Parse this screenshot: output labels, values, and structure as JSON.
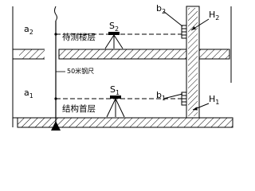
{
  "labels": {
    "floor_upper": "待测楼层",
    "floor_lower": "结构首层",
    "tape": "50米钢尺",
    "point_a2_base": "a",
    "point_a2_sub": "2",
    "point_a1_base": "a",
    "point_a1_sub": "1",
    "level_S2_base": "S",
    "level_S2_sub": "2",
    "level_S1_base": "S",
    "level_S1_sub": "1",
    "staff_b2_base": "b",
    "staff_b2_sub": "2",
    "staff_b1_base": "b",
    "staff_b1_sub": "1",
    "height_H2_base": "H",
    "height_H2_sub": "2",
    "height_H1_base": "H",
    "height_H1_sub": "1"
  },
  "colors": {
    "line": "#000000",
    "background": "#ffffff"
  }
}
